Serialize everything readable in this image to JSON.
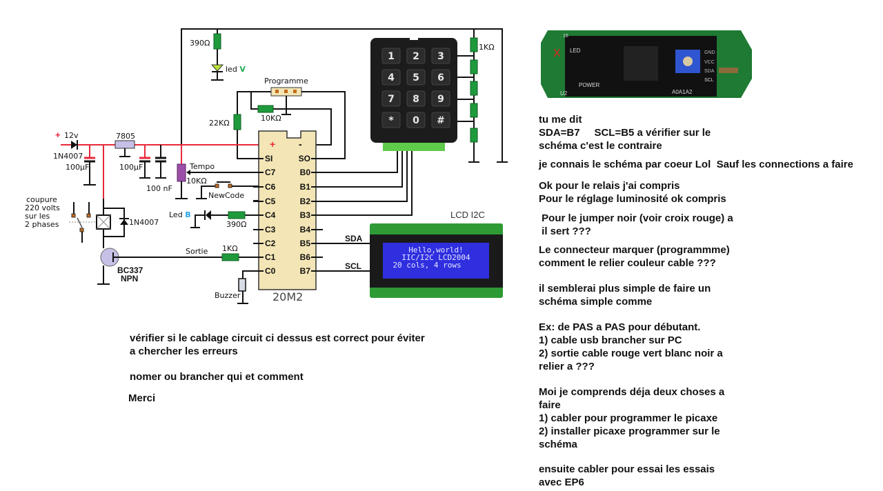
{
  "schematic": {
    "power": {
      "plus": "+",
      "voltage": "12v",
      "diode": "1N4007",
      "cap1": "100µF",
      "regulator": "7805",
      "cap2": "100µF",
      "cap3": "100 nF"
    },
    "led_v": {
      "resistor": "390Ω",
      "label": "led ",
      "color_letter": "V"
    },
    "programme": {
      "label": "Programme",
      "r_pullup": "22KΩ",
      "r_down": "10KΩ"
    },
    "tempo": {
      "label": "Tempo",
      "value": "10KΩ"
    },
    "newcode": {
      "label": "NewCode"
    },
    "led_b": {
      "label": "Led ",
      "color_letter": "B",
      "resistor": "390Ω"
    },
    "relay": {
      "caption": [
        "coupure",
        "220 volts",
        "sur les",
        "2 phases"
      ],
      "diode": "1N4007"
    },
    "transistor": {
      "name": "BC337",
      "type": "NPN"
    },
    "sortie": {
      "label": "Sortie",
      "resistor": "1KΩ"
    },
    "buzzer": {
      "label": "Buzzer"
    },
    "chip": {
      "name": "20M2",
      "plus": "+",
      "minus": "-",
      "left_pins": [
        "SI",
        "C7",
        "C6",
        "C5",
        "C4",
        "C3",
        "C2",
        "C1",
        "C0"
      ],
      "right_pins": [
        "SO",
        "B0",
        "B1",
        "B2",
        "B3",
        "B4",
        "B5",
        "B6",
        "B7"
      ]
    },
    "keypad": {
      "keys": [
        "1",
        "2",
        "3",
        "4",
        "5",
        "6",
        "7",
        "8",
        "9",
        "*",
        "0",
        "#"
      ],
      "resistor": "1KΩ"
    },
    "lcd": {
      "title": "LCD I2C",
      "sda": "SDA",
      "scl": "SCL",
      "lines": [
        "Hello,world!",
        "IIC/I2C LCD2004",
        "20 cols, 4 rows"
      ]
    }
  },
  "i2c_board": {
    "header_num": "16",
    "led": "LED",
    "power": "POWER",
    "u2": "U2",
    "pins": [
      "GND",
      "VCC",
      "SDA",
      "SCL"
    ],
    "addr": "A0A1A2",
    "mark": "X"
  },
  "notes_bottom": [
    "vérifier si le cablage circuit ci dessus est correct pour éviter\na chercher les erreurs",
    "nomer ou brancher qui et comment",
    "Merci"
  ],
  "notes_right": [
    "tu me dit\nSDA=B7     SCL=B5 a vérifier sur le\nschéma c'est le contraire",
    "je connais le schéma par coeur Lol  Sauf les connections a faire",
    "Ok pour le relais j'ai compris\nPour le réglage luminosité ok compris",
    " Pour le jumper noir (voir croix rouge) a\n il sert ???",
    "Le connecteur marquer (programmme)\ncomment le relier couleur cable ???",
    "il semblerai plus simple de faire un\nschéma simple comme",
    "Ex: de PAS a PAS pour débutant.\n1) cable usb brancher sur PC\n2) sortie cable rouge vert blanc noir a\nrelier a ???",
    "Moi je comprends déja deux choses a\nfaire\n1) cabler pour programmer le picaxe\n2) installer picaxe programmer sur le\nschéma",
    "ensuite cabler pour essai les essais\navec EP6"
  ],
  "colors": {
    "wire": "#111111",
    "power_rail": "#e8283a",
    "resistor": "#1e9a3c",
    "chip": "#f3e5b5",
    "lcd_screen": "#2f2fe0",
    "pcb": "#1f8a2e",
    "led_v": "#1faa55",
    "led_b": "#2aa3e0"
  }
}
